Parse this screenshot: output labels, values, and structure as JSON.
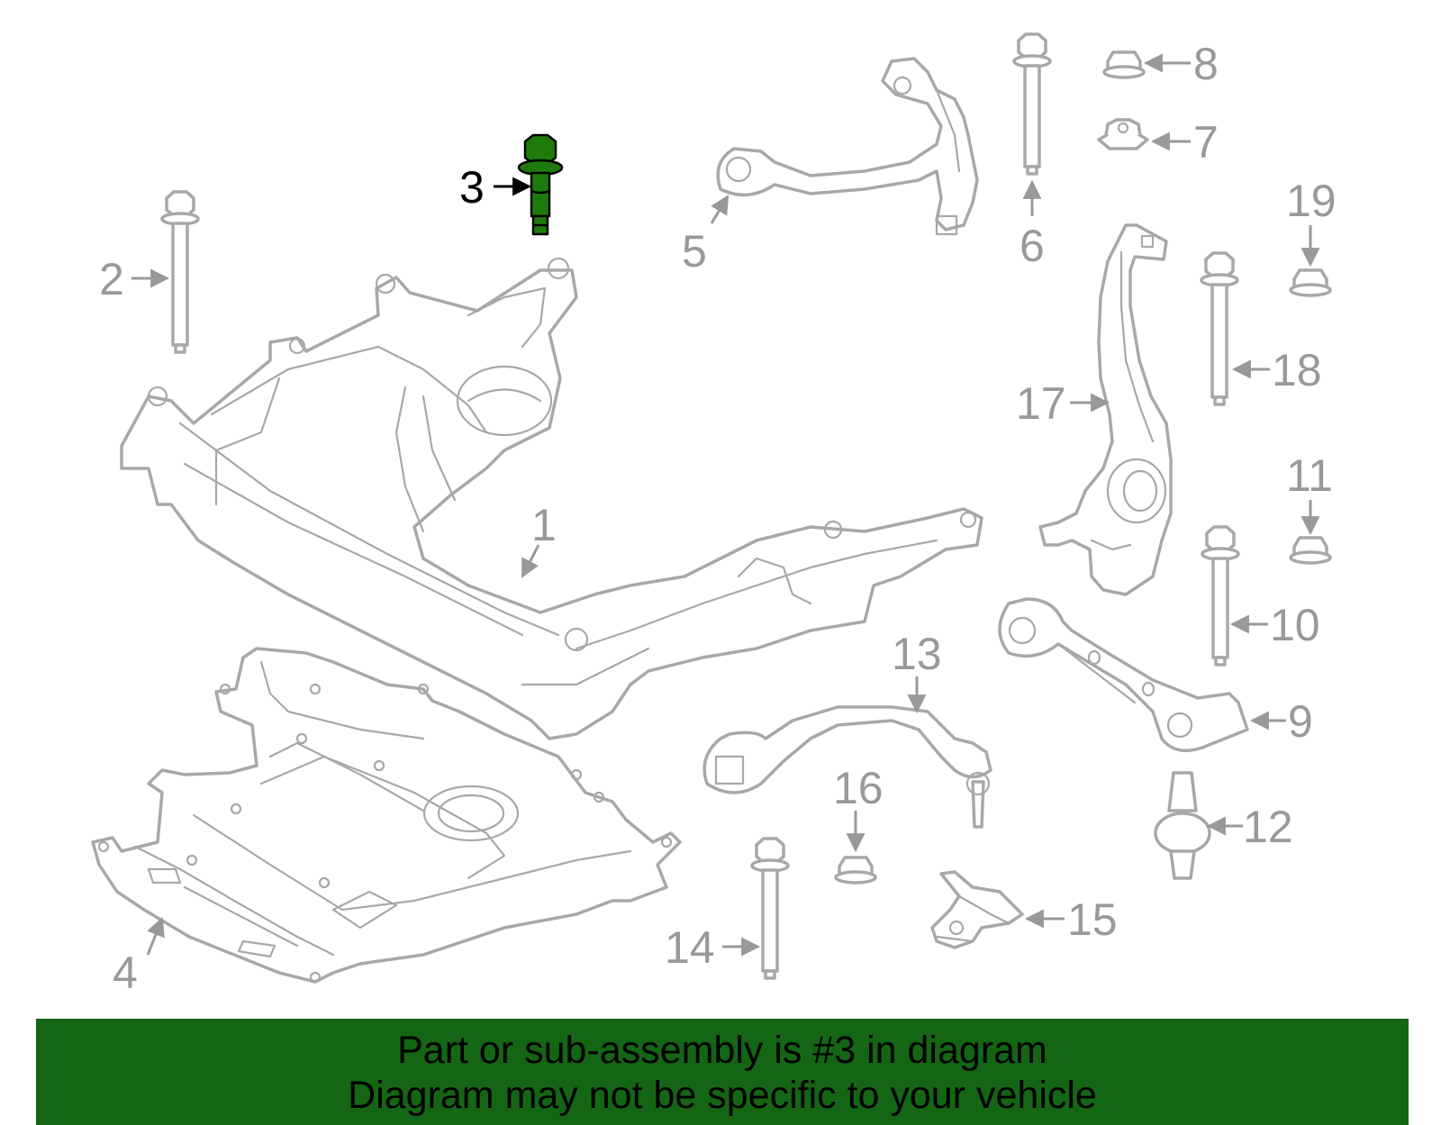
{
  "diagram": {
    "highlighted_part": "3",
    "callouts": [
      "1",
      "2",
      "3",
      "4",
      "5",
      "6",
      "7",
      "8",
      "9",
      "10",
      "11",
      "12",
      "13",
      "14",
      "15",
      "16",
      "17",
      "18",
      "19"
    ]
  },
  "banner": {
    "line1": "Part or sub-assembly is #3 in diagram",
    "line2": "Diagram may not be specific to your vehicle",
    "background": "#146614"
  },
  "colors": {
    "part_outline": "#a8a8a8",
    "highlight_fill": "#1f7a0c",
    "label_gray": "#999999"
  }
}
